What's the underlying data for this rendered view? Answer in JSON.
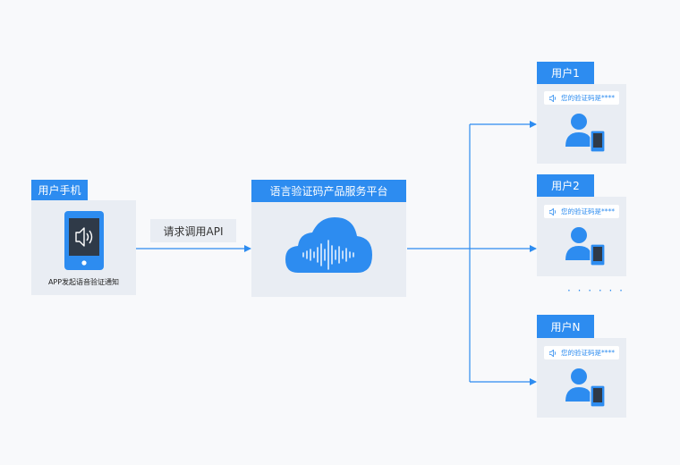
{
  "phone": {
    "tag": "用户手机",
    "caption": "APP发起语音验证通知"
  },
  "request": {
    "label": "请求调用API"
  },
  "platform": {
    "tag": "语言验证码产品服务平台"
  },
  "users": [
    {
      "tag": "用户1",
      "message": "您的验证码是****"
    },
    {
      "tag": "用户2",
      "message": "您的验证码是****"
    },
    {
      "tag": "用户N",
      "message": "您的验证码是****"
    }
  ],
  "ellipsis": "· · · · · ·",
  "colors": {
    "accent": "#2d8cf0",
    "panel": "#e9edf3",
    "background": "#f8f9fb",
    "phone_screen": "#2f3a48"
  },
  "icons": {
    "phone": "smartphone-speaker-icon",
    "cloud": "cloud-soundwave-icon",
    "user": "user-with-phone-icon"
  }
}
